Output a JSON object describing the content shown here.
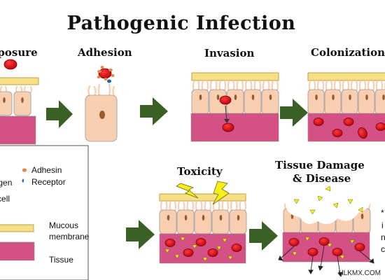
{
  "title": "Pathogenic Infection",
  "stages": {
    "exposure": "Exposure",
    "adhesion": "Adhesion",
    "invasion": "Invasion",
    "colonization": "Colonization",
    "toxicity": "Toxicity",
    "damage_line1": "Tissue Damage",
    "damage_line2": "& Disease"
  },
  "legend": {
    "adhesin": "Adhesin",
    "pathogen": "Pathogen",
    "receptor": "Receptor",
    "epithelial_cell": "Epithelial cell",
    "mucous_line1": "Mucous",
    "mucous_line2": "membrane",
    "tissue": "Tissue"
  },
  "side_note": {
    "line0": "*",
    "line1": "i",
    "line2": "n",
    "line3": "c"
  },
  "watermark": "HLKMX.COM",
  "colors": {
    "mucous": "#f7df86",
    "cell": "#f9cfb2",
    "nucleus": "#9b5a2b",
    "tissue": "#d45186",
    "pathogen": "#dd0a14",
    "arrow": "#3a6023",
    "toxin": "#f6ee16",
    "receptor": "#1e62b4",
    "adhesin": "#e0894a"
  }
}
